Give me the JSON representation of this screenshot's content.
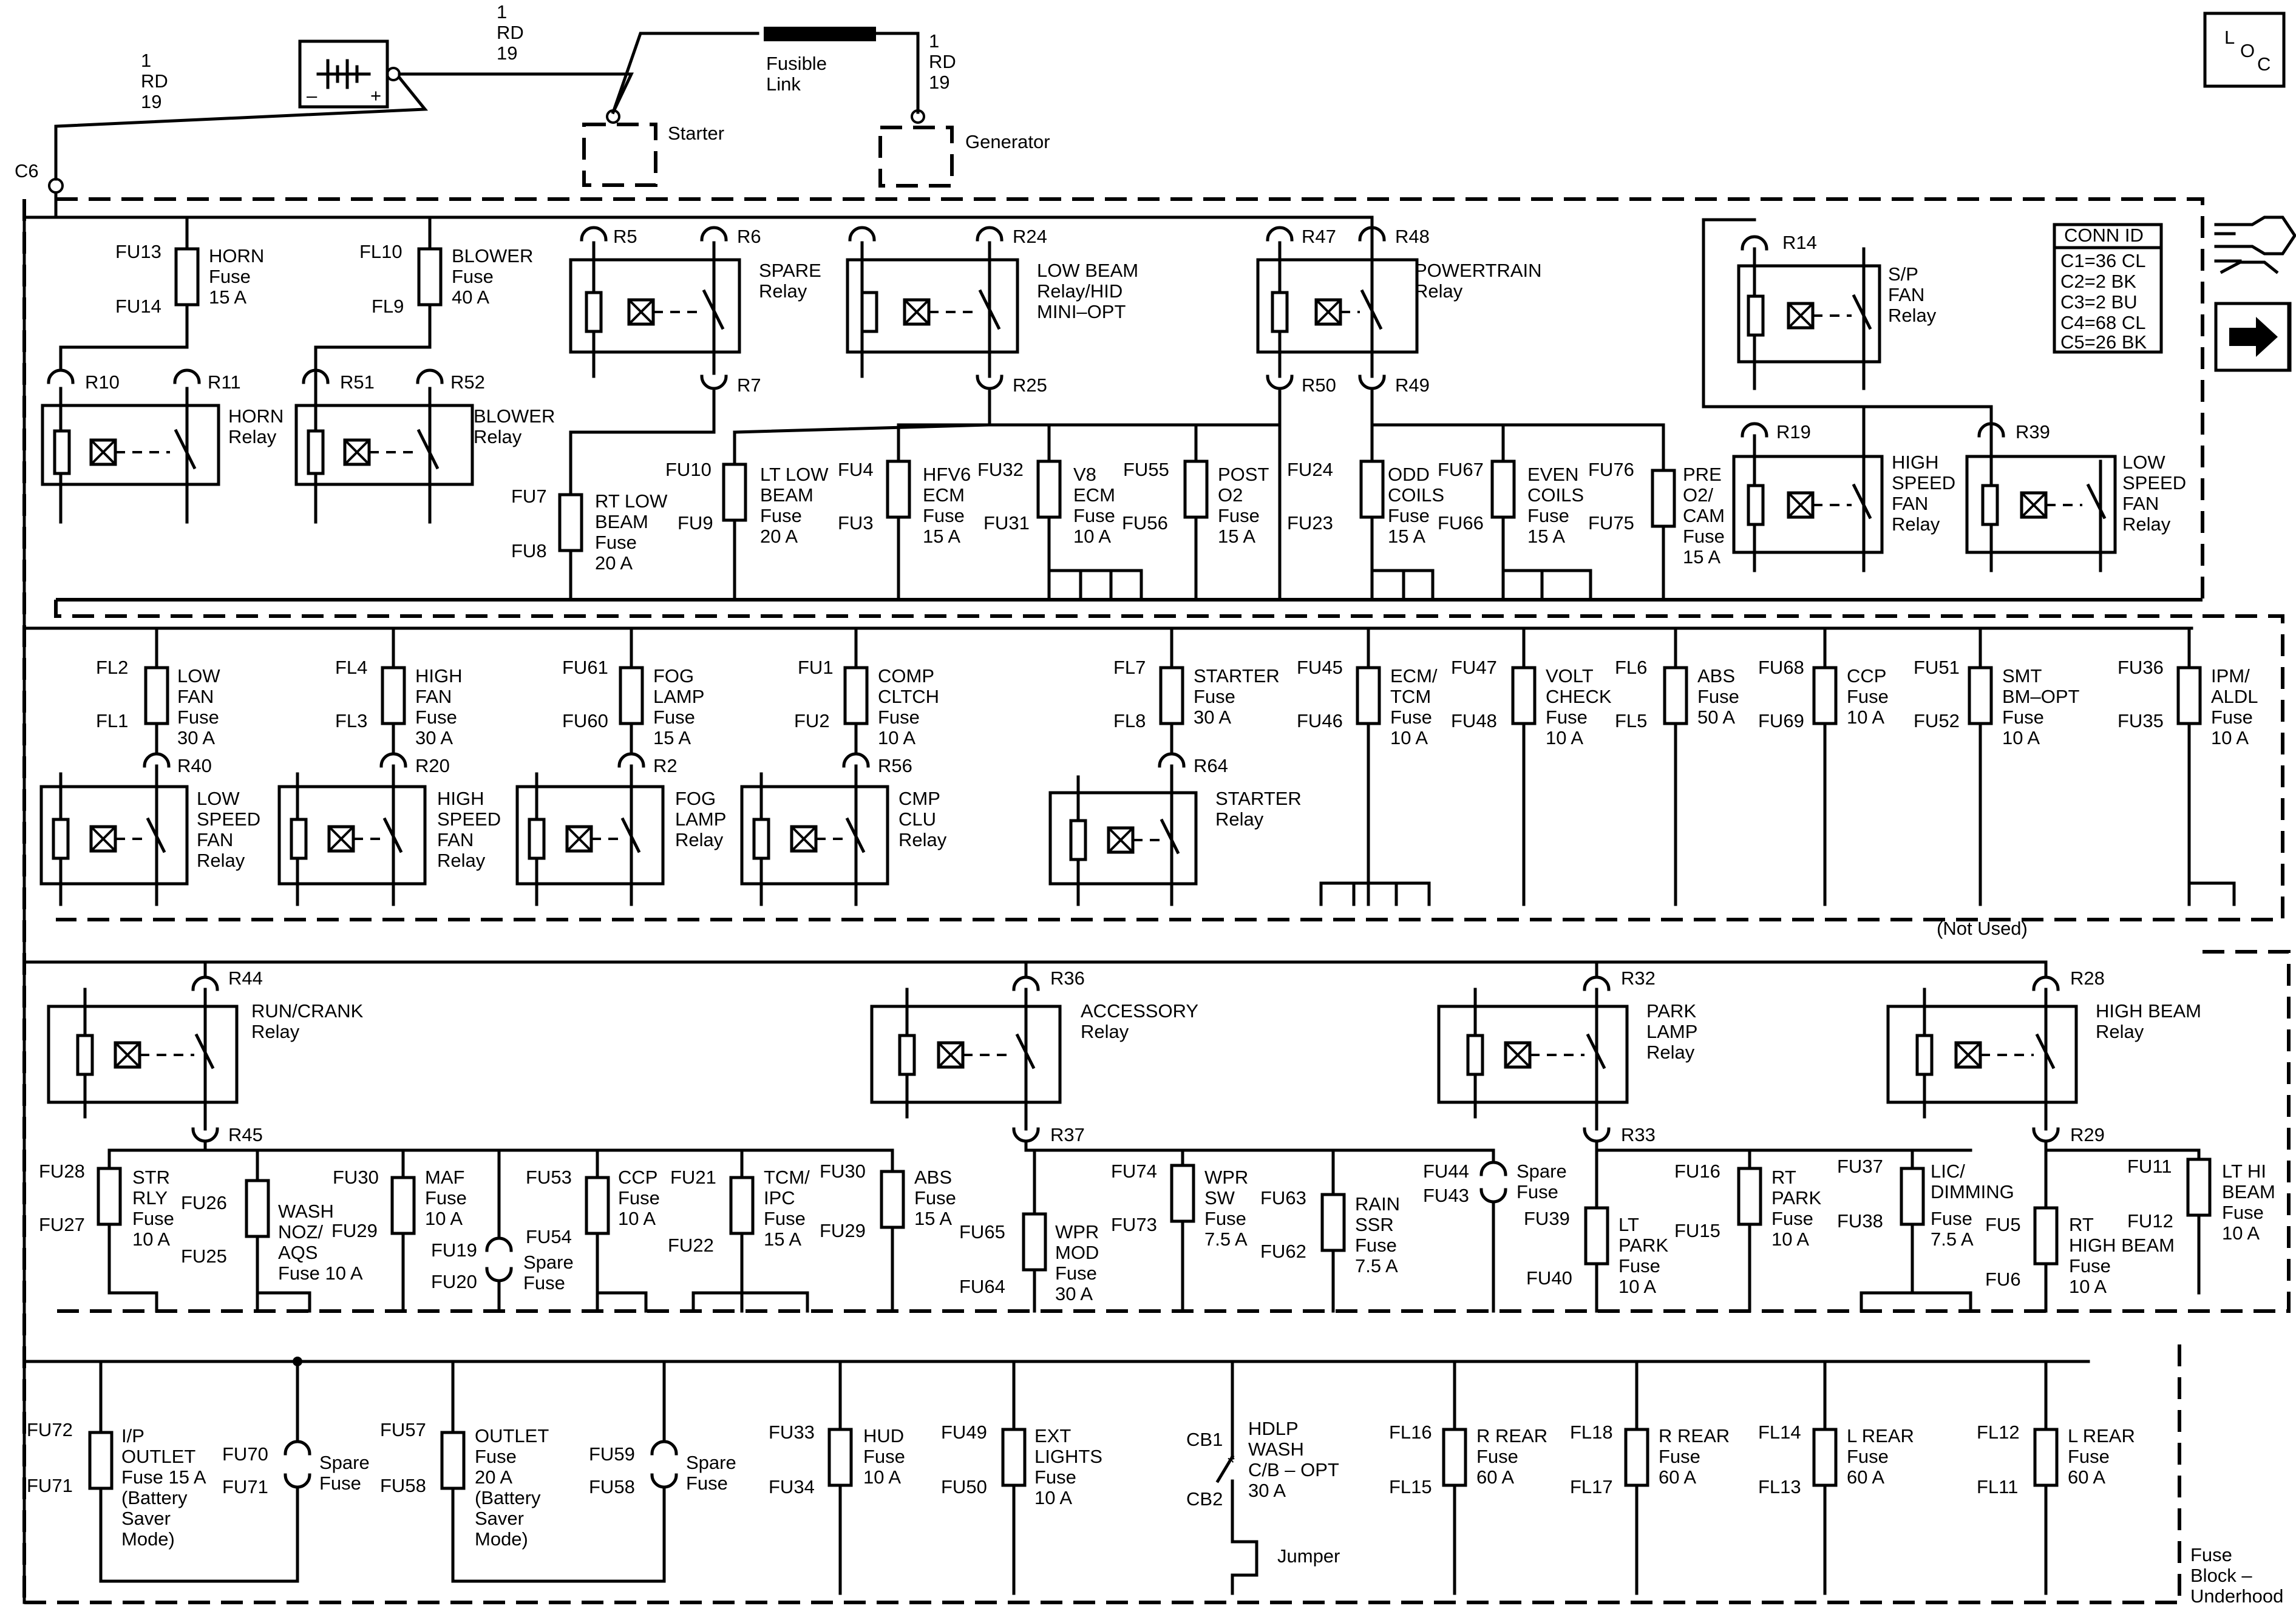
{
  "top": {
    "battery_wire": [
      "1",
      "RD",
      "19"
    ],
    "starter_wire": [
      "1",
      "RD",
      "19"
    ],
    "generator_wire": [
      "1",
      "RD",
      "19"
    ],
    "fusible_link": [
      "Fusible",
      "Link"
    ],
    "starter": "Starter",
    "generator": "Generator",
    "c6": "C6",
    "battery_minus": "–",
    "battery_plus": "+",
    "loc": [
      "L",
      "O",
      "C"
    ]
  },
  "conn_id": {
    "title": "CONN ID",
    "rows": [
      "C1=36 CL",
      "C2=2 BK",
      "C3=2 BU",
      "C4=68 CL",
      "C5=26 BK"
    ]
  },
  "sections": {
    "not_used": "(Not Used)",
    "fuse_block": [
      "Fuse",
      "Block –",
      "Underhood"
    ],
    "jumper": "Jumper"
  },
  "relays": [
    {
      "id": "horn",
      "lines": [
        "HORN",
        "Relay"
      ],
      "top": "R10",
      "top2": "R11"
    },
    {
      "id": "blower",
      "lines": [
        "BLOWER",
        "Relay"
      ],
      "top": "R51",
      "top2": "R52"
    },
    {
      "id": "spare",
      "lines": [
        "SPARE",
        "Relay"
      ],
      "top": "R5",
      "top2": "R6",
      "bot": "R7"
    },
    {
      "id": "lowbeam",
      "lines": [
        "LOW BEAM",
        "Relay/HID",
        "MINI–OPT"
      ],
      "top": "R24",
      "bot": "R25"
    },
    {
      "id": "powertrain",
      "lines": [
        "POWERTRAIN",
        "Relay"
      ],
      "top": "R47",
      "top2": "R48",
      "bot": "R50",
      "bot2": "R49"
    },
    {
      "id": "spfan",
      "lines": [
        "S/P",
        "FAN",
        "Relay"
      ],
      "top": "R14"
    },
    {
      "id": "hsfan1",
      "lines": [
        "HIGH",
        "SPEED",
        "FAN",
        "Relay"
      ],
      "top": "R19"
    },
    {
      "id": "lsfan1",
      "lines": [
        "LOW",
        "SPEED",
        "FAN",
        "Relay"
      ],
      "top": "R39"
    },
    {
      "id": "lsfan2",
      "lines": [
        "LOW",
        "SPEED",
        "FAN",
        "Relay"
      ],
      "top": "R40"
    },
    {
      "id": "hsfan2",
      "lines": [
        "HIGH",
        "SPEED",
        "FAN",
        "Relay"
      ],
      "top": "R20"
    },
    {
      "id": "foglamp",
      "lines": [
        "FOG",
        "LAMP",
        "Relay"
      ],
      "top": "R2"
    },
    {
      "id": "cmpclu",
      "lines": [
        "CMP",
        "CLU",
        "Relay"
      ],
      "top": "R56"
    },
    {
      "id": "starter",
      "lines": [
        "STARTER",
        "Relay"
      ],
      "top": "R64"
    },
    {
      "id": "runcrank",
      "lines": [
        "RUN/CRANK",
        "Relay"
      ],
      "top": "R44",
      "bot": "R45"
    },
    {
      "id": "accessory",
      "lines": [
        "ACCESSORY",
        "Relay"
      ],
      "top": "R36",
      "bot": "R37"
    },
    {
      "id": "parklamp",
      "lines": [
        "PARK",
        "LAMP",
        "Relay"
      ],
      "top": "R32",
      "bot": "R33"
    },
    {
      "id": "highbeam",
      "lines": [
        "HIGH BEAM",
        "Relay"
      ],
      "top": "R28",
      "bot": "R29"
    }
  ],
  "fuses": [
    {
      "id": "horn",
      "lines": [
        "HORN",
        "Fuse",
        "15 A"
      ],
      "t1": "FU13",
      "t2": "FU14"
    },
    {
      "id": "blower",
      "lines": [
        "BLOWER",
        "Fuse",
        "40 A"
      ],
      "t1": "FL10",
      "t2": "FL9"
    },
    {
      "id": "rtlowbeam",
      "lines": [
        "RT LOW",
        "BEAM",
        "Fuse",
        "20 A"
      ],
      "t1": "FU7",
      "t2": "FU8"
    },
    {
      "id": "ltlowbeam",
      "lines": [
        "LT LOW",
        "BEAM",
        "Fuse",
        "20 A"
      ],
      "t1": "FU10",
      "t2": "FU9"
    },
    {
      "id": "hfv6",
      "lines": [
        "HFV6",
        "ECM",
        "Fuse",
        "15 A"
      ],
      "t1": "FU4",
      "t2": "FU3"
    },
    {
      "id": "v8ecm",
      "lines": [
        "V8",
        "ECM",
        "Fuse",
        "10 A"
      ],
      "t1": "FU32",
      "t2": "FU31"
    },
    {
      "id": "posto2",
      "lines": [
        "POST",
        "O2",
        "Fuse",
        "15 A"
      ],
      "t1": "FU55",
      "t2": "FU56"
    },
    {
      "id": "oddcoils",
      "lines": [
        "ODD",
        "COILS",
        "Fuse",
        "15 A"
      ],
      "t1": "FU24",
      "t2": "FU23"
    },
    {
      "id": "evencoils",
      "lines": [
        "EVEN",
        "COILS",
        "Fuse",
        "15 A"
      ],
      "t1": "FU67",
      "t2": "FU66"
    },
    {
      "id": "preo2",
      "lines": [
        "PRE",
        "O2/",
        "CAM",
        "Fuse",
        "15 A"
      ],
      "t1": "FU76",
      "t2": "FU75"
    },
    {
      "id": "lowfan",
      "lines": [
        "LOW",
        "FAN",
        "Fuse",
        "30 A"
      ],
      "t1": "FL2",
      "t2": "FL1"
    },
    {
      "id": "highfan",
      "lines": [
        "HIGH",
        "FAN",
        "Fuse",
        "30 A"
      ],
      "t1": "FL4",
      "t2": "FL3"
    },
    {
      "id": "foglamp",
      "lines": [
        "FOG",
        "LAMP",
        "Fuse",
        "15 A"
      ],
      "t1": "FU61",
      "t2": "FU60"
    },
    {
      "id": "compcltch",
      "lines": [
        "COMP",
        "CLTCH",
        "Fuse",
        "10 A"
      ],
      "t1": "FU1",
      "t2": "FU2"
    },
    {
      "id": "starter",
      "lines": [
        "STARTER",
        "Fuse",
        "30 A"
      ],
      "t1": "FL7",
      "t2": "FL8"
    },
    {
      "id": "ecmtcm",
      "lines": [
        "ECM/",
        "TCM",
        "Fuse",
        "10 A"
      ],
      "t1": "FU45",
      "t2": "FU46"
    },
    {
      "id": "voltcheck",
      "lines": [
        "VOLT",
        "CHECK",
        "Fuse",
        "10 A"
      ],
      "t1": "FU47",
      "t2": "FU48"
    },
    {
      "id": "abs50",
      "lines": [
        "ABS",
        "Fuse",
        "50 A"
      ],
      "t1": "FL6",
      "t2": "FL5"
    },
    {
      "id": "ccp1",
      "lines": [
        "CCP",
        "Fuse",
        "10 A"
      ],
      "t1": "FU68",
      "t2": "FU69"
    },
    {
      "id": "smt",
      "lines": [
        "SMT",
        "BM–OPT",
        "Fuse",
        "10 A"
      ],
      "t1": "FU51",
      "t2": "FU52"
    },
    {
      "id": "ipm",
      "lines": [
        "IPM/",
        "ALDL",
        "Fuse",
        "10 A"
      ],
      "t1": "FU36",
      "t2": "FU35"
    },
    {
      "id": "strrly",
      "lines": [
        "STR",
        "RLY",
        "Fuse",
        "10 A"
      ],
      "t1": "FU28",
      "t2": "FU27"
    },
    {
      "id": "washnoz",
      "lines": [
        "WASH",
        "NOZ/",
        "AQS",
        "Fuse 10 A"
      ],
      "t1": "FU26",
      "t2": "FU25"
    },
    {
      "id": "maf",
      "lines": [
        "MAF",
        "Fuse",
        "10 A"
      ],
      "t1": "FU30",
      "t2": "FU29"
    },
    {
      "id": "spare1",
      "lines": [
        "Spare",
        "Fuse"
      ],
      "t1": "FU19",
      "t2": "FU20"
    },
    {
      "id": "ccp2",
      "lines": [
        "CCP",
        "Fuse",
        "10 A"
      ],
      "t1": "FU53",
      "t2": "FU54"
    },
    {
      "id": "tcmipc",
      "lines": [
        "TCM/",
        "IPC",
        "Fuse",
        "15 A"
      ],
      "t1": "FU21",
      "t2": "FU22"
    },
    {
      "id": "abs15",
      "lines": [
        "ABS",
        "Fuse",
        "15 A"
      ],
      "t1": "FU30",
      "t2": "FU29"
    },
    {
      "id": "wprmod",
      "lines": [
        "WPR",
        "MOD",
        "Fuse",
        "30 A"
      ],
      "t1": "FU65",
      "t2": "FU64"
    },
    {
      "id": "wprsw",
      "lines": [
        "WPR",
        "SW",
        "Fuse",
        "7.5 A"
      ],
      "t1": "FU74",
      "t2": "FU73"
    },
    {
      "id": "rainssr",
      "lines": [
        "RAIN",
        "SSR",
        "Fuse",
        "7.5 A"
      ],
      "t1": "FU63",
      "t2": "FU62"
    },
    {
      "id": "spare2",
      "lines": [
        "Spare",
        "Fuse"
      ],
      "t1": "FU44",
      "t2": "FU43"
    },
    {
      "id": "ltpark",
      "lines": [
        "LT",
        "PARK",
        "Fuse",
        "10 A"
      ],
      "t1": "FU39",
      "t2": "FU40"
    },
    {
      "id": "rtpark",
      "lines": [
        "RT",
        "PARK",
        "Fuse",
        "10 A"
      ],
      "t1": "FU16",
      "t2": "FU15"
    },
    {
      "id": "licdim",
      "lines": [
        "LIC/",
        "DIMMING",
        "Fuse",
        "7.5 A"
      ],
      "t1": "FU37",
      "t2": "FU38"
    },
    {
      "id": "rthighbeam",
      "lines": [
        "RT",
        "HIGH BEAM",
        "Fuse",
        "10 A"
      ],
      "t1": "FU5",
      "t2": "FU6"
    },
    {
      "id": "lthibeam",
      "lines": [
        "LT HI",
        "BEAM",
        "Fuse",
        "10 A"
      ],
      "t1": "FU11",
      "t2": "FU12"
    },
    {
      "id": "ipoutlet",
      "lines": [
        "I/P",
        "OUTLET",
        "Fuse 15 A",
        "(Battery",
        "Saver",
        "Mode)"
      ],
      "t1": "FU72",
      "t2": "FU71"
    },
    {
      "id": "spare3",
      "lines": [
        "Spare",
        "Fuse"
      ],
      "t1": "FU70",
      "t2": "FU71"
    },
    {
      "id": "outlet20",
      "lines": [
        "OUTLET",
        "Fuse",
        "20 A",
        "(Battery",
        "Saver",
        "Mode)"
      ],
      "t1": "FU57",
      "t2": "FU58"
    },
    {
      "id": "spare4",
      "lines": [
        "Spare",
        "Fuse"
      ],
      "t1": "FU59",
      "t2": "FU58"
    },
    {
      "id": "hud",
      "lines": [
        "HUD",
        "Fuse",
        "10 A"
      ],
      "t1": "FU33",
      "t2": "FU34"
    },
    {
      "id": "extlights",
      "lines": [
        "EXT",
        "LIGHTS",
        "Fuse",
        "10 A"
      ],
      "t1": "FU49",
      "t2": "FU50"
    },
    {
      "id": "hdlpwash",
      "lines": [
        "HDLP",
        "WASH",
        "C/B – OPT",
        "30 A"
      ],
      "t1": "CB1",
      "t2": "CB2"
    },
    {
      "id": "rrear1",
      "lines": [
        "R REAR",
        "Fuse",
        "60 A"
      ],
      "t1": "FL16",
      "t2": "FL15"
    },
    {
      "id": "rrear2",
      "lines": [
        "R REAR",
        "Fuse",
        "60 A"
      ],
      "t1": "FL18",
      "t2": "FL17"
    },
    {
      "id": "lrear1",
      "lines": [
        "L REAR",
        "Fuse",
        "60 A"
      ],
      "t1": "FL14",
      "t2": "FL13"
    },
    {
      "id": "lrear2",
      "lines": [
        "L REAR",
        "Fuse",
        "60 A"
      ],
      "t1": "FL12",
      "t2": "FL11"
    }
  ]
}
